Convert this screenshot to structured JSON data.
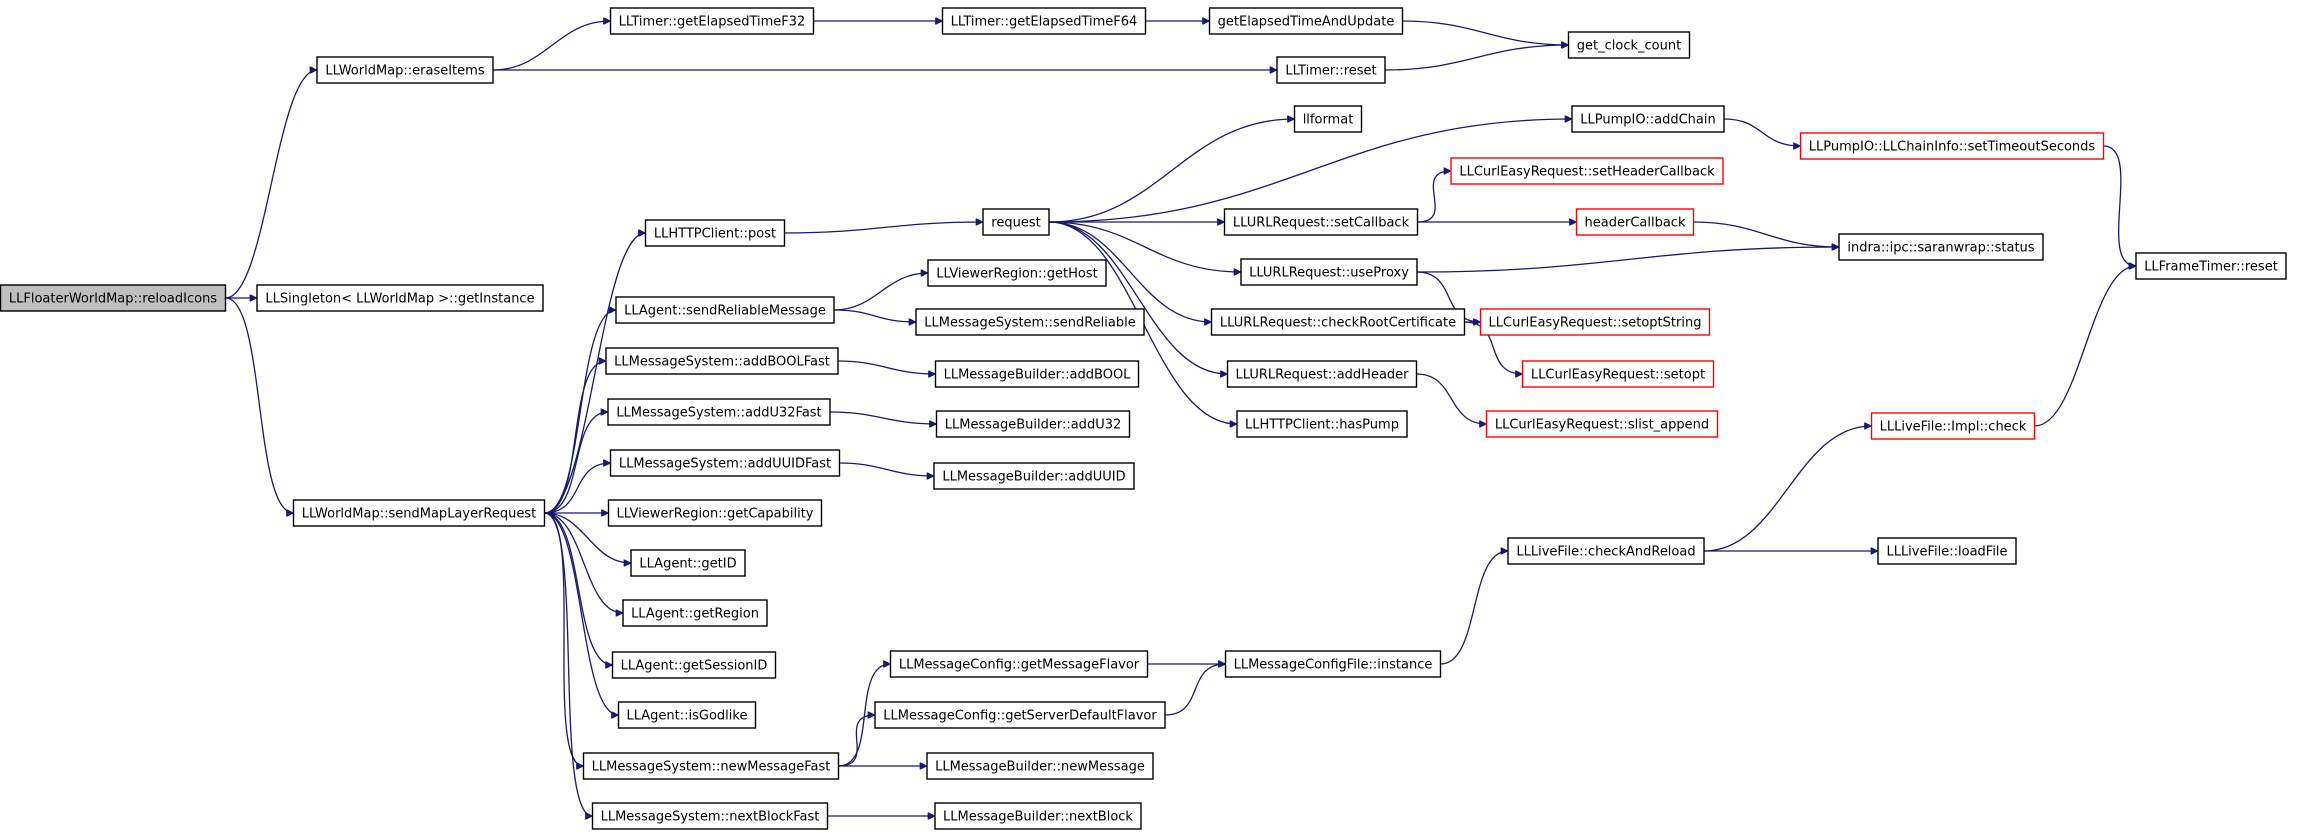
{
  "diagram": {
    "edge_color": "#191970",
    "highlight_border": "#ff0000",
    "root_fill": "#bfbfbf",
    "nodes": [
      {
        "id": "root",
        "label": "LLFloaterWorldMap::reloadIcons",
        "style": "root"
      },
      {
        "id": "erase",
        "label": "LLWorldMap::eraseItems"
      },
      {
        "id": "getinst",
        "label": "LLSingleton< LLWorldMap >::getInstance"
      },
      {
        "id": "sendmap",
        "label": "LLWorldMap::sendMapLayerRequest"
      },
      {
        "id": "f32",
        "label": "LLTimer::getElapsedTimeF32"
      },
      {
        "id": "f64",
        "label": "LLTimer::getElapsedTimeF64"
      },
      {
        "id": "elupd",
        "label": "getElapsedTimeAndUpdate"
      },
      {
        "id": "clock",
        "label": "get_clock_count"
      },
      {
        "id": "treset",
        "label": "LLTimer::reset"
      },
      {
        "id": "post",
        "label": "LLHTTPClient::post"
      },
      {
        "id": "request",
        "label": "request"
      },
      {
        "id": "llformat",
        "label": "llformat"
      },
      {
        "id": "addchain",
        "label": "LLPumpIO::addChain"
      },
      {
        "id": "settimeout",
        "label": "LLPumpIO::LLChainInfo::setTimeoutSeconds",
        "style": "red"
      },
      {
        "id": "frreset",
        "label": "LLFrameTimer::reset"
      },
      {
        "id": "sethdrcb",
        "label": "LLCurlEasyRequest::setHeaderCallback",
        "style": "red"
      },
      {
        "id": "setcb",
        "label": "LLURLRequest::setCallback"
      },
      {
        "id": "hdrcb",
        "label": "headerCallback",
        "style": "red"
      },
      {
        "id": "status",
        "label": "indra::ipc::saranwrap::status"
      },
      {
        "id": "proxy",
        "label": "LLURLRequest::useProxy"
      },
      {
        "id": "rootcert",
        "label": "LLURLRequest::checkRootCertificate"
      },
      {
        "id": "setoptstr",
        "label": "LLCurlEasyRequest::setoptString",
        "style": "red"
      },
      {
        "id": "setopt",
        "label": "LLCurlEasyRequest::setopt",
        "style": "red"
      },
      {
        "id": "addheader",
        "label": "LLURLRequest::addHeader"
      },
      {
        "id": "slist",
        "label": "LLCurlEasyRequest::slist_append",
        "style": "red"
      },
      {
        "id": "haspump",
        "label": "LLHTTPClient::hasPump"
      },
      {
        "id": "sendrel",
        "label": "LLAgent::sendReliableMessage"
      },
      {
        "id": "gethost",
        "label": "LLViewerRegion::getHost"
      },
      {
        "id": "msgsendrel",
        "label": "LLMessageSystem::sendReliable"
      },
      {
        "id": "addboolf",
        "label": "LLMessageSystem::addBOOLFast"
      },
      {
        "id": "addbool",
        "label": "LLMessageBuilder::addBOOL"
      },
      {
        "id": "addu32f",
        "label": "LLMessageSystem::addU32Fast"
      },
      {
        "id": "addu32",
        "label": "LLMessageBuilder::addU32"
      },
      {
        "id": "adduuidf",
        "label": "LLMessageSystem::addUUIDFast"
      },
      {
        "id": "adduuid",
        "label": "LLMessageBuilder::addUUID"
      },
      {
        "id": "getcap",
        "label": "LLViewerRegion::getCapability"
      },
      {
        "id": "getid",
        "label": "LLAgent::getID"
      },
      {
        "id": "getregion",
        "label": "LLAgent::getRegion"
      },
      {
        "id": "getsess",
        "label": "LLAgent::getSessionID"
      },
      {
        "id": "isgod",
        "label": "LLAgent::isGodlike"
      },
      {
        "id": "newmsgf",
        "label": "LLMessageSystem::newMessageFast"
      },
      {
        "id": "newmsg",
        "label": "LLMessageBuilder::newMessage"
      },
      {
        "id": "nextblkf",
        "label": "LLMessageSystem::nextBlockFast"
      },
      {
        "id": "nextblk",
        "label": "LLMessageBuilder::nextBlock"
      },
      {
        "id": "getflavor",
        "label": "LLMessageConfig::getMessageFlavor"
      },
      {
        "id": "getsrvflavor",
        "label": "LLMessageConfig::getServerDefaultFlavor"
      },
      {
        "id": "cfginst",
        "label": "LLMessageConfigFile::instance"
      },
      {
        "id": "checkreload",
        "label": "LLLiveFile::checkAndReload"
      },
      {
        "id": "implcheck",
        "label": "LLLiveFile::Impl::check",
        "style": "red"
      },
      {
        "id": "loadfile",
        "label": "LLLiveFile::loadFile"
      }
    ],
    "edges": [
      [
        "root",
        "erase"
      ],
      [
        "root",
        "getinst"
      ],
      [
        "root",
        "sendmap"
      ],
      [
        "erase",
        "f32"
      ],
      [
        "erase",
        "treset"
      ],
      [
        "f32",
        "f64"
      ],
      [
        "f64",
        "elupd"
      ],
      [
        "elupd",
        "clock"
      ],
      [
        "treset",
        "clock"
      ],
      [
        "sendmap",
        "post"
      ],
      [
        "sendmap",
        "sendrel"
      ],
      [
        "sendmap",
        "addboolf"
      ],
      [
        "sendmap",
        "addu32f"
      ],
      [
        "sendmap",
        "adduuidf"
      ],
      [
        "sendmap",
        "getcap"
      ],
      [
        "sendmap",
        "getid"
      ],
      [
        "sendmap",
        "getregion"
      ],
      [
        "sendmap",
        "getsess"
      ],
      [
        "sendmap",
        "isgod"
      ],
      [
        "sendmap",
        "newmsgf"
      ],
      [
        "sendmap",
        "nextblkf"
      ],
      [
        "post",
        "request"
      ],
      [
        "request",
        "llformat"
      ],
      [
        "request",
        "addchain"
      ],
      [
        "request",
        "setcb"
      ],
      [
        "request",
        "proxy"
      ],
      [
        "request",
        "rootcert"
      ],
      [
        "request",
        "addheader"
      ],
      [
        "request",
        "haspump"
      ],
      [
        "addchain",
        "settimeout"
      ],
      [
        "settimeout",
        "frreset"
      ],
      [
        "setcb",
        "sethdrcb"
      ],
      [
        "setcb",
        "hdrcb"
      ],
      [
        "hdrcb",
        "status"
      ],
      [
        "proxy",
        "status"
      ],
      [
        "proxy",
        "setoptstr"
      ],
      [
        "rootcert",
        "setoptstr"
      ],
      [
        "rootcert",
        "setopt"
      ],
      [
        "addheader",
        "slist"
      ],
      [
        "sendrel",
        "gethost"
      ],
      [
        "sendrel",
        "msgsendrel"
      ],
      [
        "addboolf",
        "addbool"
      ],
      [
        "addu32f",
        "addu32"
      ],
      [
        "adduuidf",
        "adduuid"
      ],
      [
        "newmsgf",
        "getflavor"
      ],
      [
        "newmsgf",
        "getsrvflavor"
      ],
      [
        "newmsgf",
        "newmsg"
      ],
      [
        "nextblkf",
        "nextblk"
      ],
      [
        "getflavor",
        "cfginst"
      ],
      [
        "getsrvflavor",
        "cfginst"
      ],
      [
        "cfginst",
        "checkreload"
      ],
      [
        "checkreload",
        "implcheck"
      ],
      [
        "checkreload",
        "loadfile"
      ],
      [
        "implcheck",
        "frreset"
      ]
    ]
  }
}
